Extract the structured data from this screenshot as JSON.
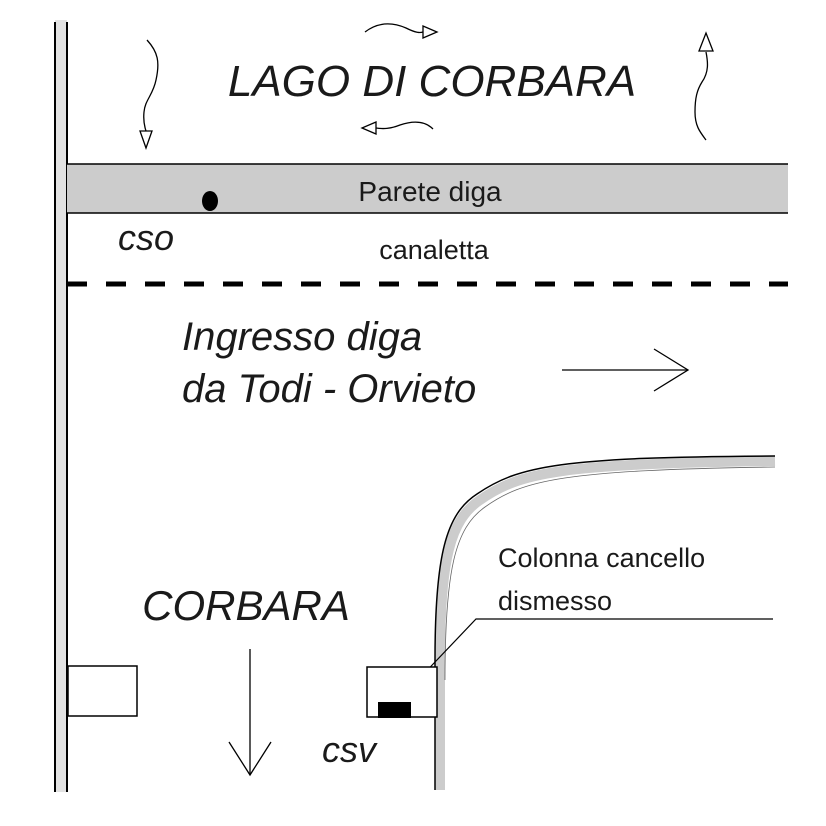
{
  "title": "LAGO DI CORBARA",
  "dam_wall": {
    "label": "Parete diga",
    "fill_color": "#cccccc"
  },
  "channel_label": "canaletta",
  "point_cso": {
    "label": "cso"
  },
  "entrance": {
    "line1": "Ingresso diga",
    "line2": "da Todi - Orvieto"
  },
  "town_label": "CORBARA",
  "gate_column": {
    "line1": "Colonna cancello",
    "line2": "dismesso"
  },
  "point_csv": {
    "label": "csv"
  },
  "colors": {
    "ink": "#000000",
    "wall_strip": "#e2e2e2",
    "road": "#cccccc",
    "background": "#ffffff"
  },
  "flow_arrows": [
    {
      "direction": "down",
      "meaning": "lake current"
    },
    {
      "direction": "right",
      "meaning": "lake current"
    },
    {
      "direction": "left",
      "meaning": "lake current"
    },
    {
      "direction": "up",
      "meaning": "lake current"
    }
  ]
}
